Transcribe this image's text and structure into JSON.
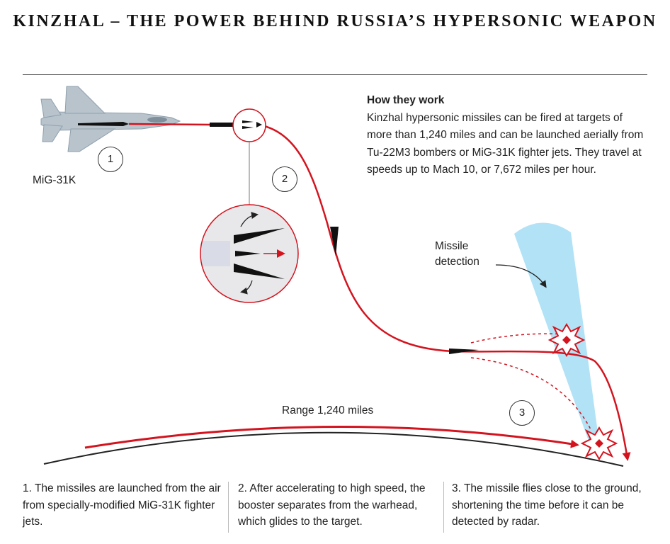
{
  "title": "KINZHAL – THE POWER BEHIND RUSSIA’S HYPERSONIC WEAPON",
  "how_it_works": {
    "heading": "How they work",
    "body": "Kinzhal hypersonic missiles can be fired at targets of more than 1,240 miles and can be launched aerially from Tu-22M3 bombers or MiG-31K fighter jets. They travel at speeds up to Mach 10, or 7,672 miles per hour."
  },
  "labels": {
    "aircraft": "MiG-31K",
    "missile_detection": "Missile detection",
    "range": "Range 1,240 miles"
  },
  "steps": [
    "1",
    "2",
    "3"
  ],
  "captions": [
    "1. The missiles are launched from the air from specially-modified MiG-31K fighter jets.",
    "2. After accelerating to high speed, the booster separates from the warhead, which glides to the target.",
    "3. The missile flies close to the ground, shortening the time before it can be detected by radar."
  ],
  "colors": {
    "trajectory": "#d3141f",
    "radar_cone": "#aee0f5",
    "aircraft": "#b8c3cc",
    "missile": "#111111"
  }
}
